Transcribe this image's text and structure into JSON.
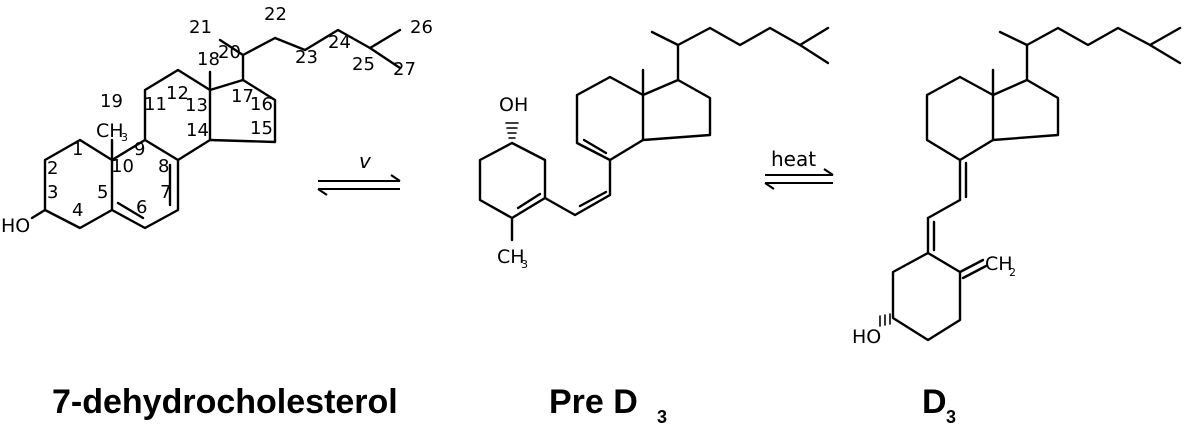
{
  "compounds": [
    {
      "name": "7-dehydrocholesterol",
      "atoms": {
        "hydroxyl": "HO",
        "methyl": "CH",
        "methyl_sub": "3"
      },
      "numbering": [
        "1",
        "2",
        "3",
        "4",
        "5",
        "6",
        "7",
        "8",
        "9",
        "10",
        "11",
        "12",
        "13",
        "14",
        "15",
        "16",
        "17",
        "18",
        "19",
        "20",
        "21",
        "22",
        "23",
        "24",
        "25",
        "26",
        "27"
      ]
    },
    {
      "name_main": "Pre D",
      "name_sub": "3",
      "atoms": {
        "hydroxyl": "OH",
        "methyl": "CH",
        "methyl_sub": "3"
      }
    },
    {
      "name_main": "D",
      "name_sub": "3",
      "atoms": {
        "hydroxyl": "HO",
        "methylene": "CH",
        "methylene_sub": "2"
      }
    }
  ],
  "reactions": [
    {
      "condition": "v"
    },
    {
      "condition": "heat"
    }
  ]
}
